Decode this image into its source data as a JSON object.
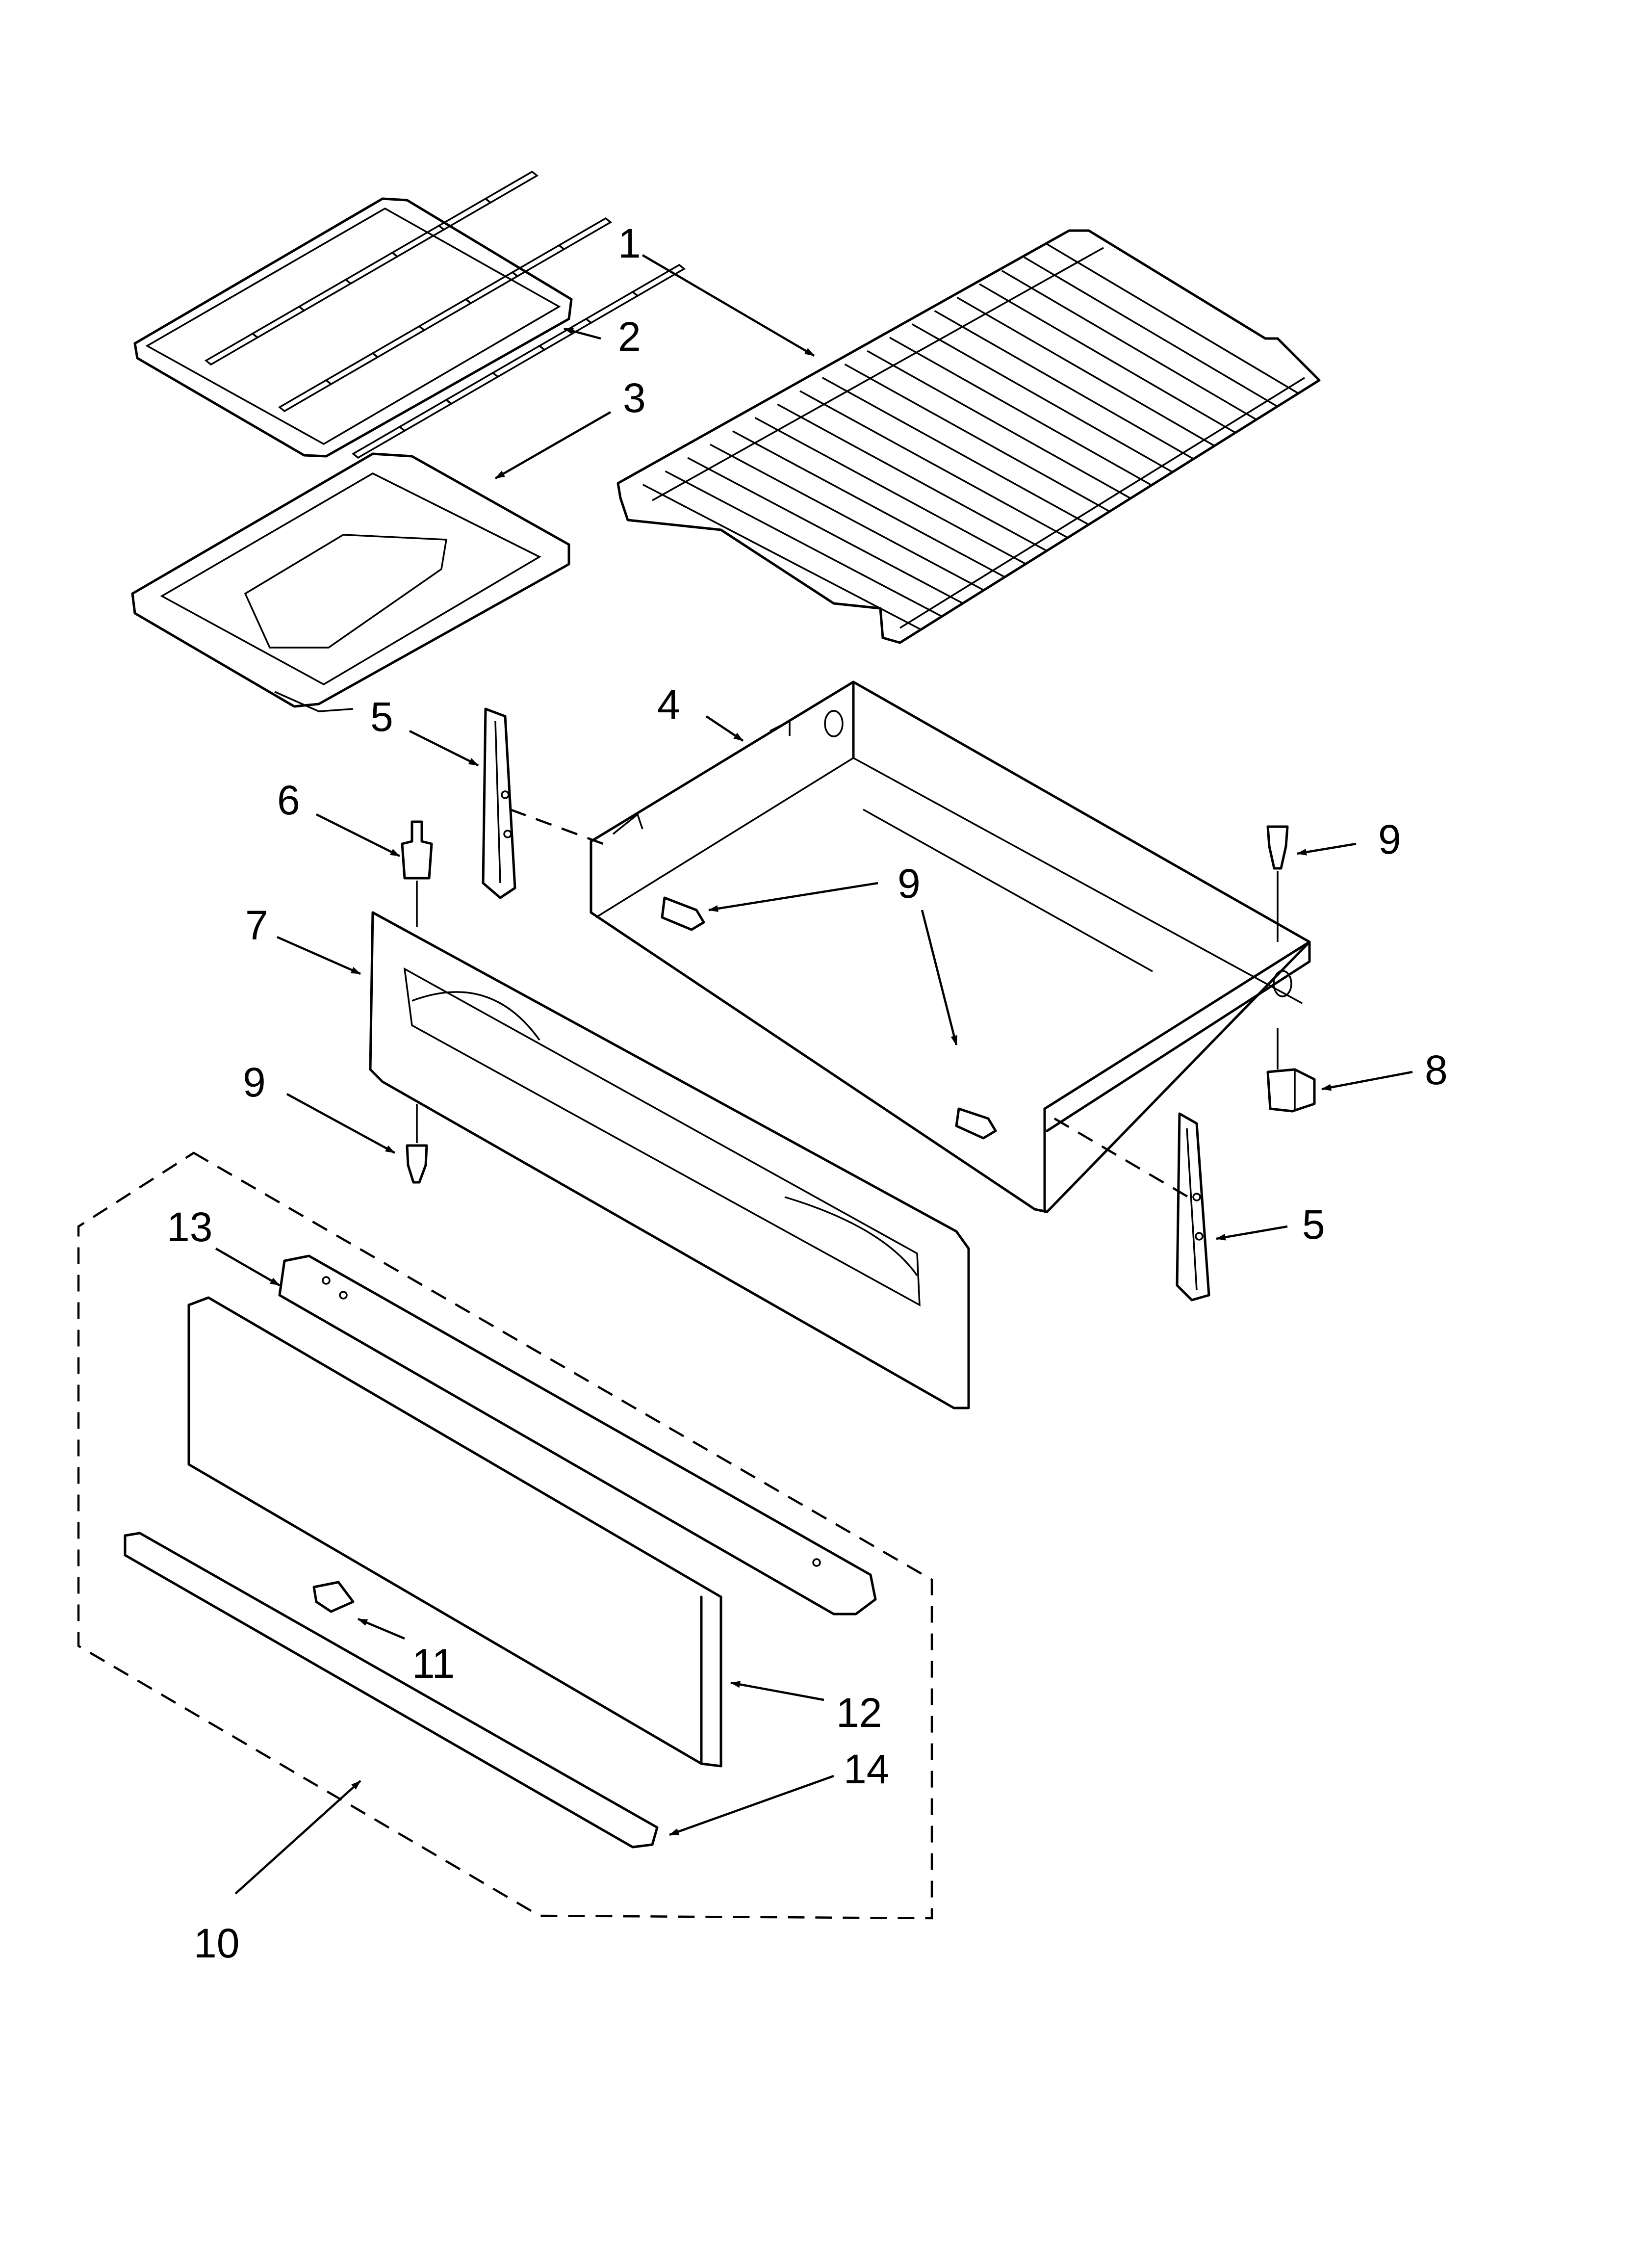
{
  "callouts": {
    "c1": "1",
    "c2": "2",
    "c3": "3",
    "c4": "4",
    "c5a": "5",
    "c5b": "5",
    "c6": "6",
    "c7": "7",
    "c8": "8",
    "c9a": "9",
    "c9b": "9",
    "c9c": "9",
    "c10": "10",
    "c11": "11",
    "c12": "12",
    "c13": "13",
    "c14": "14"
  },
  "colors": {
    "line": "#000000",
    "background": "#ffffff"
  }
}
